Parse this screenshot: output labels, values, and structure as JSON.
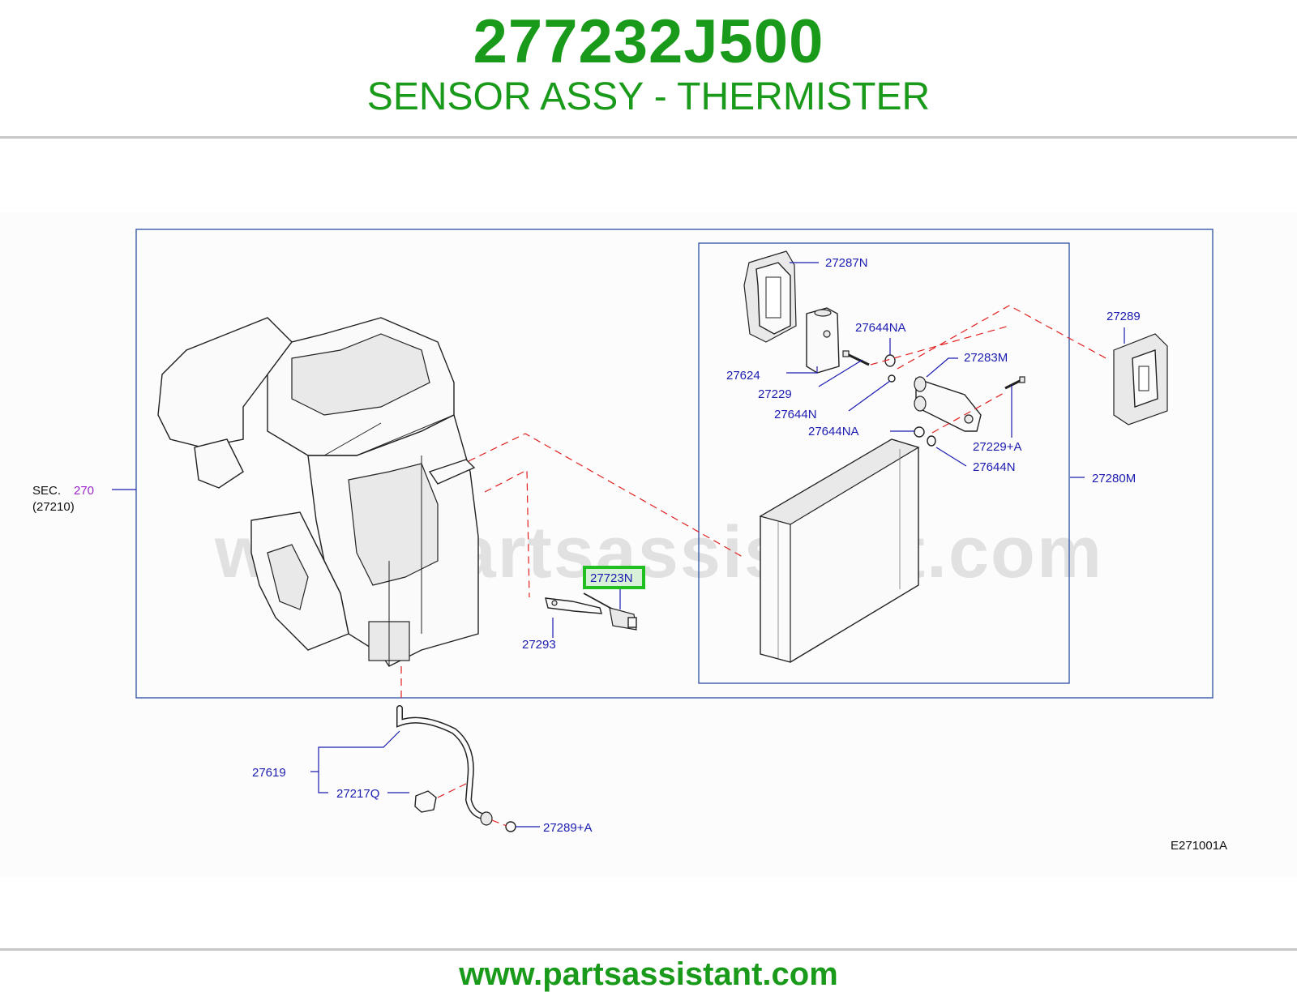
{
  "header": {
    "part_number": "277232J500",
    "description": "SENSOR ASSY - THERMISTER"
  },
  "footer": {
    "url": "www.partsassistant.com"
  },
  "diagram": {
    "watermark": "www.partsassistant.com",
    "diagram_code": "E271001A",
    "section_ref": {
      "prefix": "SEC.",
      "number": "270",
      "sub": "(27210)"
    },
    "highlighted_part": "27723N",
    "labels": {
      "p27287N": "27287N",
      "p27644NA_top": "27644NA",
      "p27624": "27624",
      "p27283M": "27283M",
      "p27229": "27229",
      "p27644N_top": "27644N",
      "p27644NA_mid": "27644NA",
      "p27229A": "27229+A",
      "p27644N_bot": "27644N",
      "p27289": "27289",
      "p27280M": "27280M",
      "p27723N": "27723N",
      "p27293": "27293",
      "p27619": "27619",
      "p27217Q": "27217Q",
      "p27289A": "27289+A"
    },
    "colors": {
      "title_green": "#1a9a1a",
      "label_blue": "#1b1bb0",
      "highlight_green": "#1fc01f",
      "dash_red": "#e02020",
      "section_purple": "#9a28c8"
    }
  }
}
